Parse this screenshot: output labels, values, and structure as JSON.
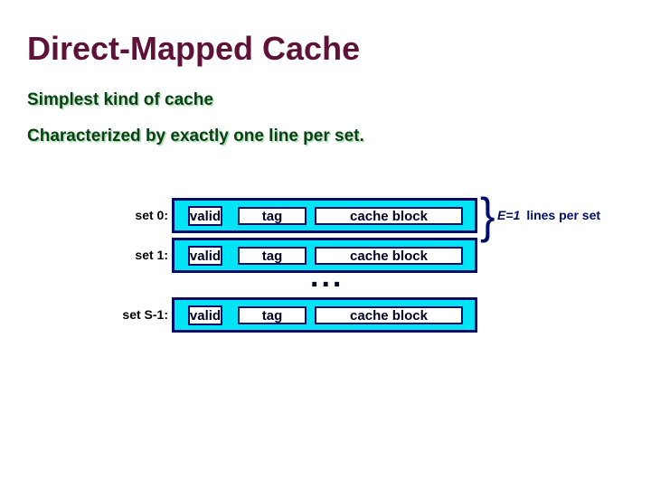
{
  "slide": {
    "title": "Direct-Mapped Cache",
    "bullets": [
      "Simplest kind of cache",
      "Characterized by exactly one line per set."
    ]
  },
  "diagram": {
    "rows": [
      {
        "label": "set 0:",
        "cells": [
          "valid",
          "tag",
          "cache block"
        ]
      },
      {
        "label": "set 1:",
        "cells": [
          "valid",
          "tag",
          "cache block"
        ]
      },
      {
        "label": "set S-1:",
        "cells": [
          "valid",
          "tag",
          "cache block"
        ]
      }
    ],
    "ellipsis": "...",
    "annotation": {
      "brace": "}",
      "emphasis": "E=1",
      "text": "lines per set"
    },
    "colors": {
      "title_maroon": "#5e1237",
      "body_green": "#0a3e14",
      "body_green_shadow": "#a8dfae",
      "row_fill_cyan": "#00e4f6",
      "border_navy": "#000d66",
      "cell_fill": "#ffffff"
    }
  }
}
